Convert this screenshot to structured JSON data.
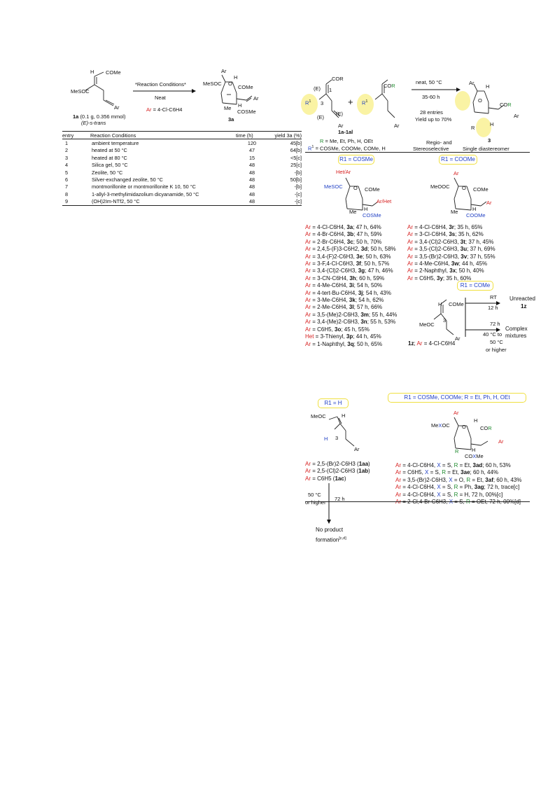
{
  "left_scheme": {
    "h": "H",
    "come": "COMe",
    "mesoc": "MeSOC",
    "ar": "Ar",
    "caption_1a": "1a",
    "caption_1a_rest": "(0.1 g, 0.356 mmol)",
    "caption_trans": "(E)-s-trans",
    "arrow_top": "*Reaction Conditions*",
    "arrow_bottom": "Neat",
    "ar_def_ar": "Ar",
    "ar_def_rest": "= 4-Cl-C6H4",
    "prod_ar": "Ar",
    "prod_mesoc": "MeSOC",
    "prod_h": "H",
    "prod_come": "COMe",
    "prod_me": "Me",
    "prod_h2": "H",
    "prod_cosme": "COSMe",
    "prod_ar2": "Ar",
    "prod_o": "O",
    "prod_label": "3a"
  },
  "table": {
    "headers": [
      "entry",
      "Reaction Conditions",
      "time (h)",
      "yield 3a (%)"
    ],
    "rows": [
      [
        "1",
        "ambient temperature",
        "120",
        "45[b]"
      ],
      [
        "2",
        "heated at 50 °C",
        "47",
        "64[b]"
      ],
      [
        "3",
        "heated at 80 °C",
        "15",
        "<5[c]"
      ],
      [
        "4",
        "Silica gel, 50 °C",
        "48",
        "25[c]"
      ],
      [
        "5",
        "Zeolite, 50 °C",
        "48",
        "-[b]"
      ],
      [
        "6",
        "Silver-exchanged zeolite, 50 °C",
        "48",
        "50[b]"
      ],
      [
        "7",
        "montmorillonite or montmorillonite K 10, 50 °C",
        "48",
        "-[b]"
      ],
      [
        "8",
        "1-allyl-3-methylimidazolium dicyanamide, 50 °C",
        "48",
        "-[c]"
      ],
      [
        "9",
        "(OH)2Im-NTf2, 50 °C",
        "48",
        "-[c]"
      ]
    ]
  },
  "right_header": {
    "cor": "COR",
    "e1": "(E)",
    "one": "1",
    "r1": "R",
    "sup1": "1",
    "three": "3",
    "e2": "(E)",
    "e3": "(E)",
    "ar": "Ar",
    "plus": "+",
    "cor2": "COR",
    "r1b": "R",
    "sup1b": "1",
    "ar2": "Ar",
    "label_1a1al": "1a-1al",
    "conditions": [
      "neat, 50 °C",
      "35-60 h",
      "28 entries",
      "Yield up to 70%"
    ],
    "prod_ar": "Ar",
    "prod_h": "H",
    "prod_o": "O",
    "prod_cor": "COR",
    "prod_r": "R",
    "prod_h2": "H",
    "prod_ar2": "Ar",
    "prod_label": "3",
    "r_def": "R = Me, Et, Ph, H, OEt",
    "r1_def": "R1 = COSMe, COOMe, COMe, H",
    "regio": "Regio- and",
    "stereo": "Stereoselective",
    "single": "Single diastereomer"
  },
  "cosme_section": {
    "box": "R1 = COSMe",
    "struct": {
      "hetar": "Het/Ar",
      "mesoc": "MeSOC",
      "o": "O",
      "come": "COMe",
      "arhet": "Ar/Het",
      "me": "Me",
      "h": "H",
      "cosme": "COSMe"
    },
    "entries": [
      {
        "pre": "Ar",
        "txt": " = 4-Cl-C6H4, ",
        "id": "3a",
        "post": "; 47 h, 64%"
      },
      {
        "pre": "Ar",
        "txt": " = 4-Br-C6H4, ",
        "id": "3b",
        "post": "; 47 h, 59%"
      },
      {
        "pre": "Ar",
        "txt": " = 2-Br-C6H4, ",
        "id": "3c",
        "post": "; 50 h, 70%"
      },
      {
        "pre": "Ar",
        "txt": " = 2,4,5-(F)3-C6H2, ",
        "id": "3d",
        "post": "; 50 h, 58%"
      },
      {
        "pre": "Ar",
        "txt": " = 3,4-(F)2-C6H3, ",
        "id": "3e",
        "post": "; 50 h, 63%"
      },
      {
        "pre": "Ar",
        "txt": " = 3-F,4-Cl-C6H3, ",
        "id": "3f",
        "post": "; 50 h, 57%"
      },
      {
        "pre": "Ar",
        "txt": " = 3,4-(Cl)2-C6H3, ",
        "id": "3g",
        "post": "; 47 h, 46%"
      },
      {
        "pre": "Ar",
        "txt": " = 3-CN-C6H4, ",
        "id": "3h",
        "post": "; 60 h, 59%"
      },
      {
        "pre": "Ar",
        "txt": " = 4-Me-C6H4, ",
        "id": "3i",
        "post": "; 54 h, 50%"
      },
      {
        "pre": "Ar",
        "txt": " = 4-tert-Bu-C6H4, ",
        "id": "3j",
        "post": "; 54 h, 43%"
      },
      {
        "pre": "Ar",
        "txt": " = 3-Me-C6H4, ",
        "id": "3k",
        "post": "; 54 h, 62%"
      },
      {
        "pre": "Ar",
        "txt": " = 2-Me-C6H4, ",
        "id": "3l",
        "post": "; 57 h, 66%"
      },
      {
        "pre": "Ar",
        "txt": " = 3,5-(Me)2-C6H3, ",
        "id": "3m",
        "post": "; 55 h, 44%"
      },
      {
        "pre": "Ar",
        "txt": " = 3,4-(Me)2-C6H3, ",
        "id": "3n",
        "post": "; 55 h, 53%"
      },
      {
        "pre": "Ar",
        "txt": " = C6H5, ",
        "id": "3o",
        "post": "; 45 h, 55%"
      },
      {
        "pre": "Het",
        "txt": " = 3-Thienyl, ",
        "id": "3p",
        "post": "; 44 h, 45%"
      },
      {
        "pre": "Ar",
        "txt": " = 1-Naphthyl, ",
        "id": "3q",
        "post": "; 50 h, 65%"
      }
    ]
  },
  "coome_section": {
    "box": "R1 = COOMe",
    "struct": {
      "ar": "Ar",
      "meooc": "MeOOC",
      "o": "O",
      "come": "COMe",
      "me": "Me",
      "h": "H",
      "coome": "COOMe"
    },
    "entries": [
      {
        "pre": "Ar",
        "txt": " = 4-Cl-C6H4, ",
        "id": "3r",
        "post": "; 35 h, 65%"
      },
      {
        "pre": "Ar",
        "txt": " = 3-Cl-C6H4, ",
        "id": "3s",
        "post": "; 35 h, 62%"
      },
      {
        "pre": "Ar",
        "txt": " = 3,4-(Cl)2-C6H3, ",
        "id": "3t",
        "post": "; 37 h, 45%"
      },
      {
        "pre": "Ar",
        "txt": " = 3,5-(Cl)2-C6H3, ",
        "id": "3u",
        "post": "; 37 h, 69%"
      },
      {
        "pre": "Ar",
        "txt": " = 3,5-(Br)2-C6H3, ",
        "id": "3v",
        "post": "; 37 h, 55%"
      },
      {
        "pre": "Ar",
        "txt": " = 4-Me-C6H4, ",
        "id": "3w",
        "post": "; 44 h, 45%"
      },
      {
        "pre": "Ar",
        "txt": " = 2-Naphthyl, ",
        "id": "3x",
        "post": "; 50 h, 40%"
      },
      {
        "pre": "Ar",
        "txt": " = C6H5, ",
        "id": "3y",
        "post": "; 35 h, 60%"
      }
    ]
  },
  "come_section": {
    "box": "R1 = COMe",
    "h": "H",
    "come": "COMe",
    "meoc": "MeOC",
    "three": "3",
    "ar": "Ar",
    "label_1z": "1z",
    "label_ar_pre": "; ",
    "label_ar": "Ar",
    "label_rest": " = 4-Cl-C6H4",
    "rt": "RT",
    "rt_time": "12 h",
    "unreacted": "Unreacted",
    "unreacted_id": "1z",
    "time72": "72 h",
    "temp1": "40 °C to",
    "temp2": "50 °C",
    "temp3": "or higher",
    "complex1": "Complex",
    "complex2": "mixtures"
  },
  "h_section": {
    "box": "R1 = H",
    "meoc": "MeOC",
    "h": "H",
    "h2": "H",
    "three": "3",
    "ar": "Ar",
    "entries": [
      {
        "pre": "Ar",
        "txt": " = 2,5-(Br)2-C6H3 (",
        "id": "1aa",
        "post": ")"
      },
      {
        "pre": "Ar",
        "txt": " = 2,5-(Cl)2-C6H3 (",
        "id": "1ab",
        "post": ")"
      },
      {
        "pre": "Ar",
        "txt": " = C6H5 (",
        "id": "1ac",
        "post": ")"
      }
    ],
    "temp1": "50 °C",
    "temp2": "or higher",
    "time": "72 h",
    "no_product": "No product",
    "formation": "formation",
    "formation_sup": "[c,d]"
  },
  "mixed_section": {
    "box": "R1 = COSMe, COOMe; R = Et, Ph, H, OEt",
    "struct": {
      "ar": "Ar",
      "mexoc": "MeXOC",
      "o": "O",
      "h": "H",
      "cor": "COR",
      "r": "R",
      "h2": "H",
      "coxme": "COXMe",
      "ar2": "Ar"
    },
    "entries": [
      {
        "ar": "Ar",
        "t1": " = 4-Cl-C6H4, ",
        "x": "X",
        "t2": " = S, ",
        "r": "R",
        "t3": " = Et, ",
        "id": "3ad",
        "post": "; 60 h, 53%"
      },
      {
        "ar": "Ar",
        "t1": " = C6H5, ",
        "x": "X",
        "t2": " = S, ",
        "r": "R",
        "t3": " = Et, ",
        "id": "3ae",
        "post": "; 60 h, 44%"
      },
      {
        "ar": "Ar",
        "t1": " = 3,5-(Br)2-C6H3, ",
        "x": "X",
        "t2": " = O, ",
        "r": "R",
        "t3": " = Et, ",
        "id": "3af",
        "post": "; 60 h, 43%"
      },
      {
        "ar": "Ar",
        "t1": " = 4-Cl-C6H4, ",
        "x": "X",
        "t2": " = S, ",
        "r": "R",
        "t3": " = Ph, ",
        "id": "3ag",
        "post": "; 72 h, trace[c]"
      },
      {
        "ar": "Ar",
        "t1": " = 4-Cl-C6H4, ",
        "x": "X",
        "t2": " = S, ",
        "r": "R",
        "t3": " = H, 72 h, 00%[c]",
        "id": "",
        "post": ""
      },
      {
        "ar": "Ar",
        "t1": " = 2-Cl,4-Br-C6H3, ",
        "x": "X",
        "t2": " = S, ",
        "r": "R",
        "t3": " = OEt, 72 h, 00%[d]",
        "id": "",
        "post": ""
      }
    ]
  }
}
